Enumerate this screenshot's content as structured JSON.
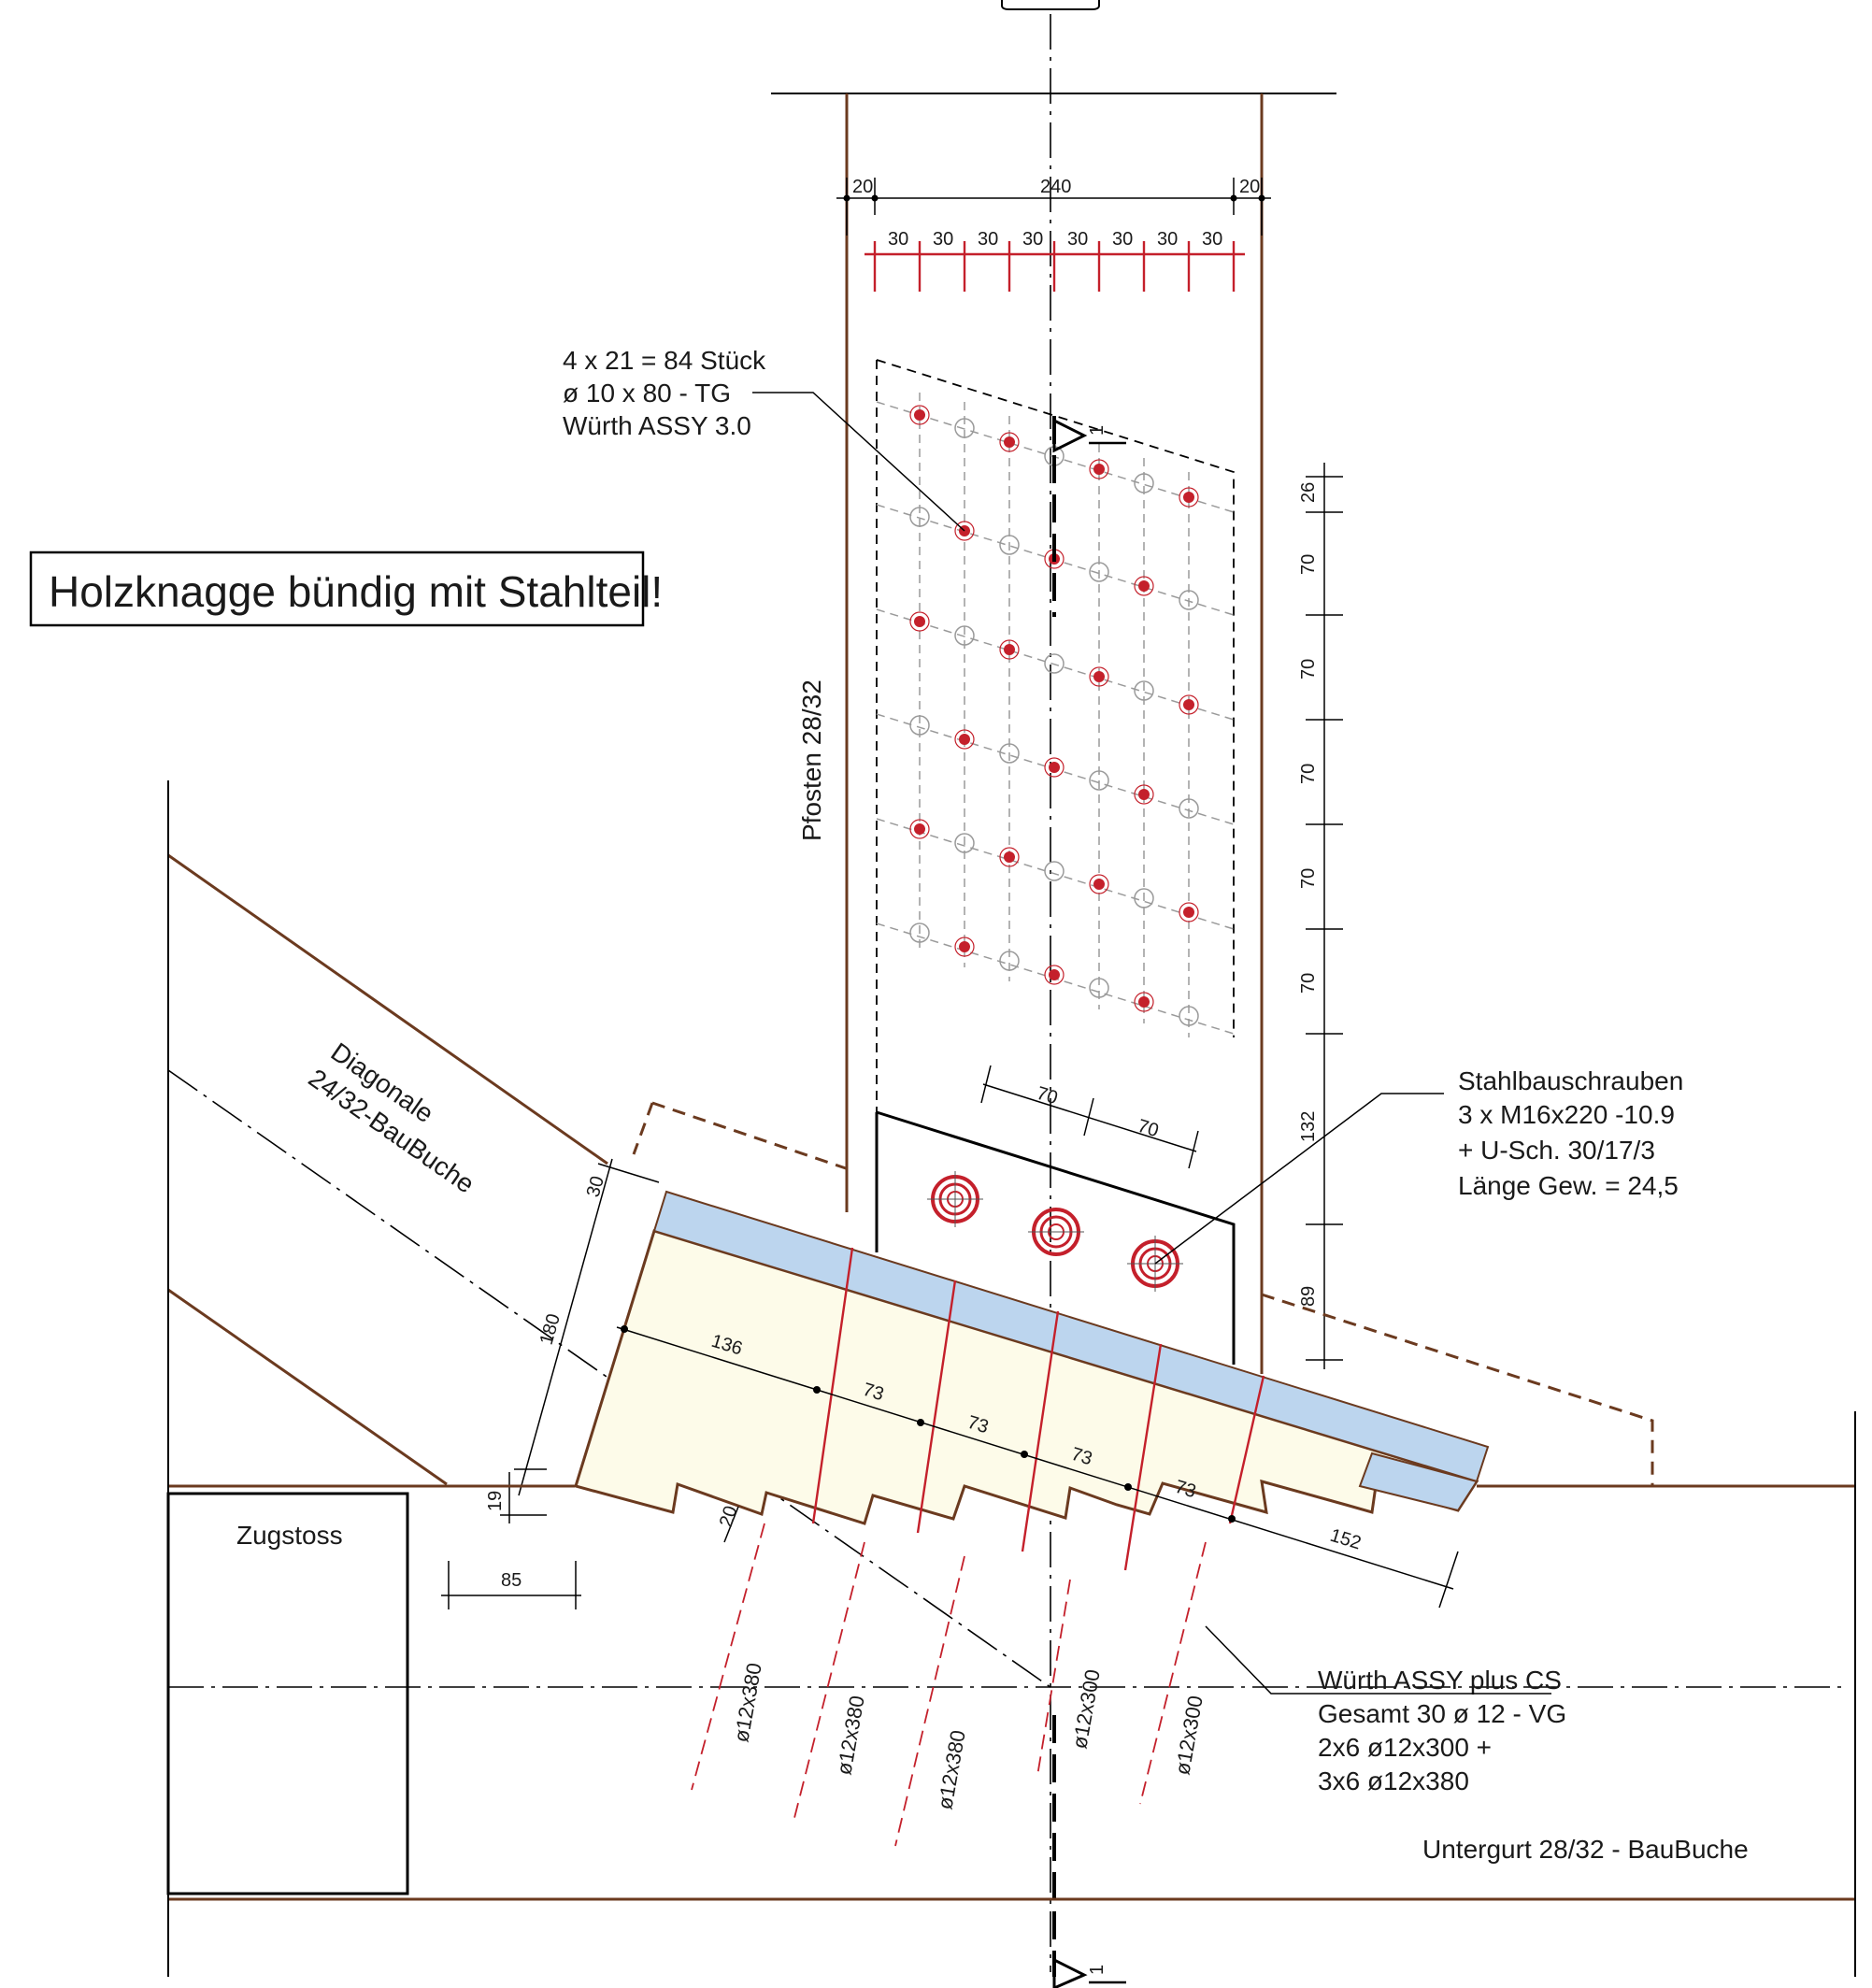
{
  "title_note": "Holzknagge bündig mit Stahlteil!",
  "labels": {
    "post": "Pfosten 28/32",
    "diagonal_1": "Diagonale",
    "diagonal_2": "24/32-BauBuche",
    "zugstoss": "Zugstoss",
    "chord": "Untergurt 28/32 - BauBuche",
    "section_mark": "1"
  },
  "screws_post_note": [
    "4 x 21 = 84 Stück",
    "ø 10 x 80 - TG",
    "Würth ASSY 3.0"
  ],
  "bolts_note": [
    "Stahlbauschrauben",
    "3 x M16x220 -10.9",
    "+ U-Sch. 30/17/3",
    "Länge Gew. = 24,5"
  ],
  "vg_screws_note": [
    "Würth ASSY plus CS",
    "Gesamt 30 ø 12 - VG",
    "2x6 ø12x300 +",
    "3x6 ø12x380"
  ],
  "top_dims": [
    "20",
    "240",
    "20"
  ],
  "spacing_dims": [
    "30",
    "30",
    "30",
    "30",
    "30",
    "30",
    "30",
    "30"
  ],
  "right_dims": [
    "26",
    "70",
    "70",
    "70",
    "70",
    "70",
    "132",
    "89"
  ],
  "bolt_dims": [
    "70",
    "70"
  ],
  "knagge_dims": [
    "136",
    "73",
    "73",
    "73",
    "73",
    "152"
  ],
  "side_dims": [
    "30",
    "180",
    "19",
    "20",
    "85"
  ],
  "screw_labels": [
    "ø12x380",
    "ø12x380",
    "ø12x380",
    "ø12x300",
    "ø12x300"
  ],
  "colors": {
    "wood": "#6b3a1f",
    "steel_plate": "#bcd5ee",
    "timber_block": "#fdfbe9",
    "accent_red": "#c4202b"
  }
}
